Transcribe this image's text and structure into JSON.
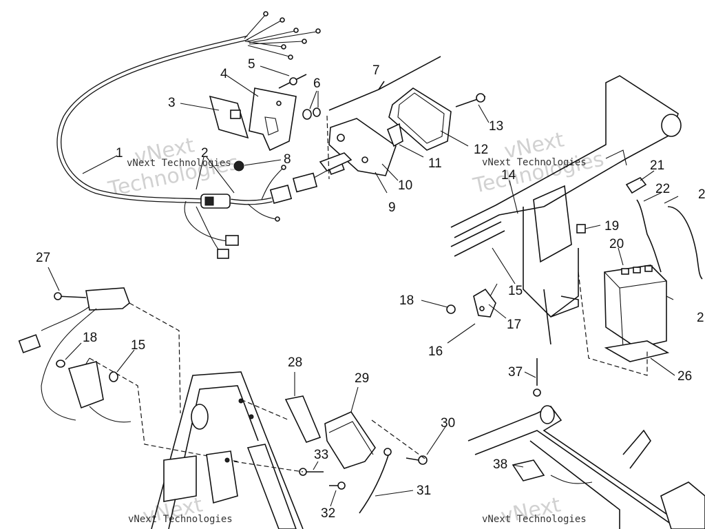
{
  "watermark": {
    "brand_small": "vNext Technologies",
    "brand_large_1": "vNext",
    "brand_large_2": "Technologies",
    "color": "#b9b9b9"
  },
  "callouts": [
    "1",
    "2",
    "3",
    "4",
    "5",
    "6",
    "7",
    "8",
    "9",
    "10",
    "11",
    "12",
    "13",
    "14",
    "15",
    "15",
    "16",
    "17",
    "18",
    "18",
    "19",
    "20",
    "21",
    "22",
    "2",
    "2",
    "26",
    "27",
    "28",
    "29",
    "30",
    "31",
    "32",
    "33",
    "37",
    "38"
  ],
  "colors": {
    "line": "#111111",
    "background": "#ffffff"
  }
}
